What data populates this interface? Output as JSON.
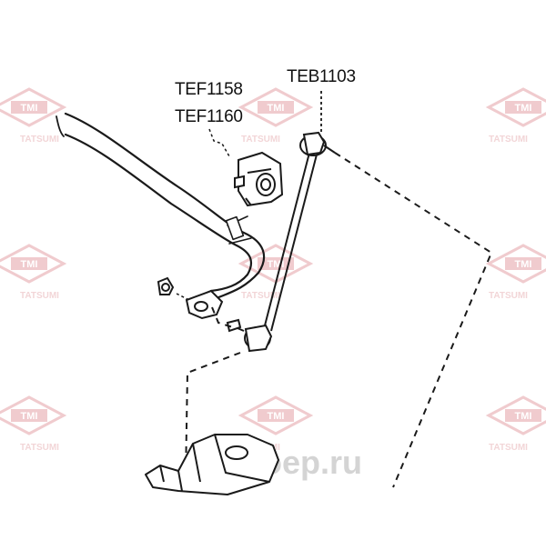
{
  "labels": {
    "bushing_1": "TEF1158",
    "bushing_2": "TEF1160",
    "link": "TEB1103"
  },
  "watermark": {
    "logo": "TMI",
    "brand": "TATSUMI",
    "site": "oep.ru",
    "color": "#e3a1a6"
  },
  "colors": {
    "line": "#1a1a1a",
    "background": "#ffffff"
  }
}
